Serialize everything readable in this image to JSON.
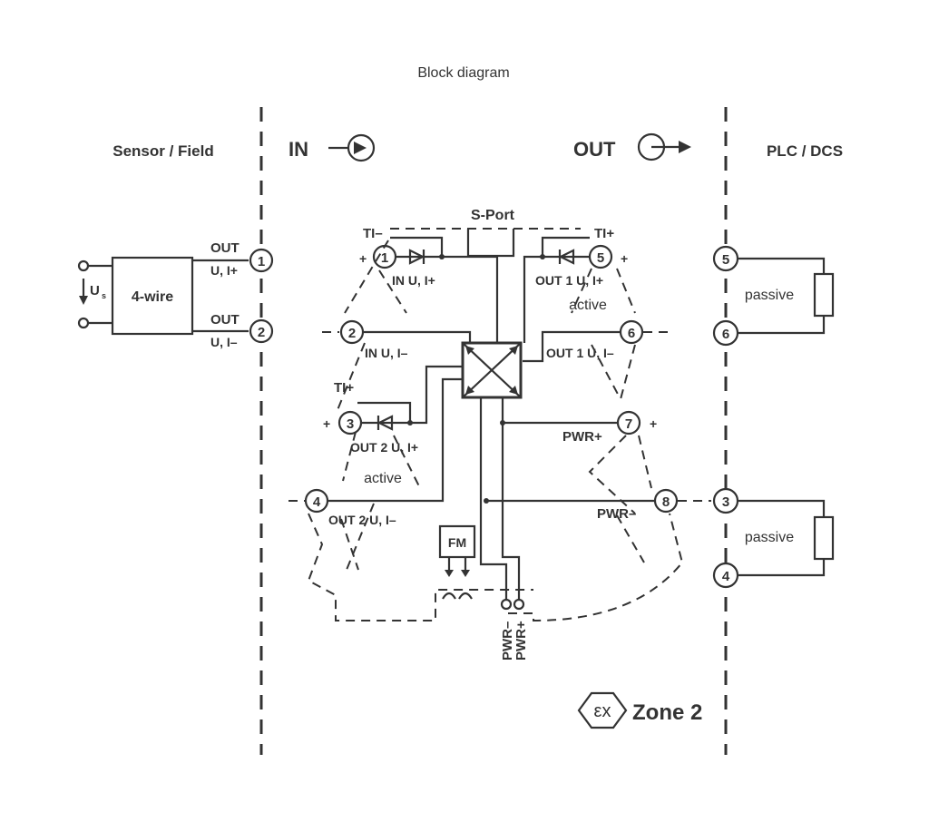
{
  "title": "Block diagram",
  "zones": {
    "sensor": "Sensor / Field",
    "in": "IN",
    "out": "OUT",
    "plc": "PLC / DCS"
  },
  "sensor_block": {
    "label": "4-wire",
    "supply_label": "U",
    "supply_sub": "s",
    "out1_line1": "OUT",
    "out1_line2": "U, I+",
    "out2_line1": "OUT",
    "out2_line2": "U, I–"
  },
  "terminals": {
    "t1": "1",
    "t2": "2",
    "t3": "3",
    "t4": "4",
    "t5": "5",
    "t6": "6",
    "t7": "7",
    "t8": "8"
  },
  "plc_terminals": {
    "p5": "5",
    "p6": "6",
    "p3": "3",
    "p4": "4"
  },
  "labels": {
    "sport": "S-Port",
    "ti_minus": "TI–",
    "ti_plus_top": "TI+",
    "ti_plus_left": "TI+",
    "in_u_i_plus": "IN U, I+",
    "in_u_i_minus": "IN U, I–",
    "out1_u_i_plus": "OUT 1 U, I+",
    "out1_active": "active",
    "out1_u_i_minus": "OUT 1 U, I–",
    "out2_u_i_plus": "OUT 2 U, I+",
    "out2_active": "active",
    "out2_u_i_minus": "OUT 2 U, I–",
    "pwr_plus": "PWR+",
    "pwr_minus": "PWR–",
    "pwr_minus_v": "PWR–",
    "pwr_plus_v": "PWR+",
    "fm": "FM",
    "plus": "+",
    "passive_top": "passive",
    "passive_bottom": "passive",
    "ex": "εx",
    "zone": "Zone 2"
  }
}
